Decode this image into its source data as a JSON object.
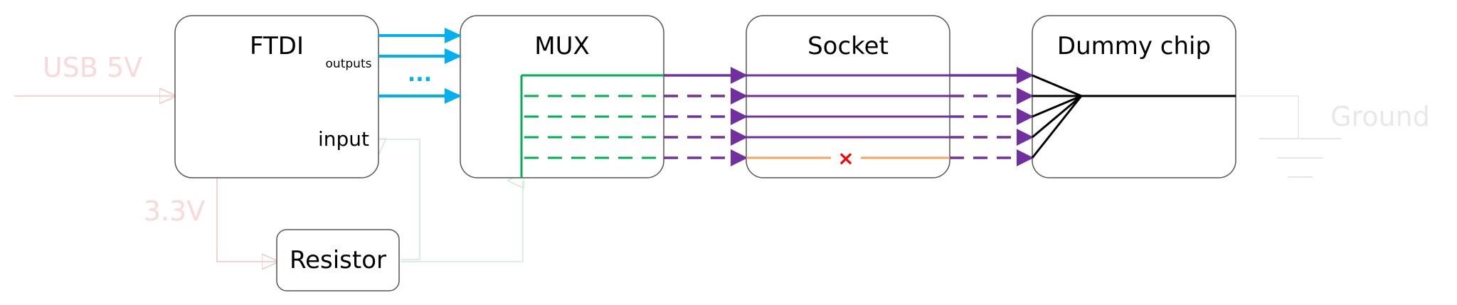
{
  "colors": {
    "box_stroke": "#555555",
    "cyan": "#00b0f0",
    "green": "#00b050",
    "purple": "#7030a0",
    "orange": "#f4a460",
    "red": "#ff0000",
    "black": "#000000",
    "faint_red": "#f9d9d9",
    "faint_green": "#d8efe0",
    "faint_gray": "#e6e6e6"
  },
  "blocks": {
    "ftdi": {
      "title": "FTDI",
      "outputs_label": "outputs",
      "input_label": "input"
    },
    "mux": {
      "title": "MUX"
    },
    "socket": {
      "title": "Socket"
    },
    "dummy": {
      "title": "Dummy chip"
    },
    "resistor": {
      "title": "Resistor"
    }
  },
  "labels": {
    "usb": "USB 5V",
    "v33": "3.3V",
    "ground": "Ground",
    "ellipsis": "...",
    "broken_mark": "×"
  }
}
